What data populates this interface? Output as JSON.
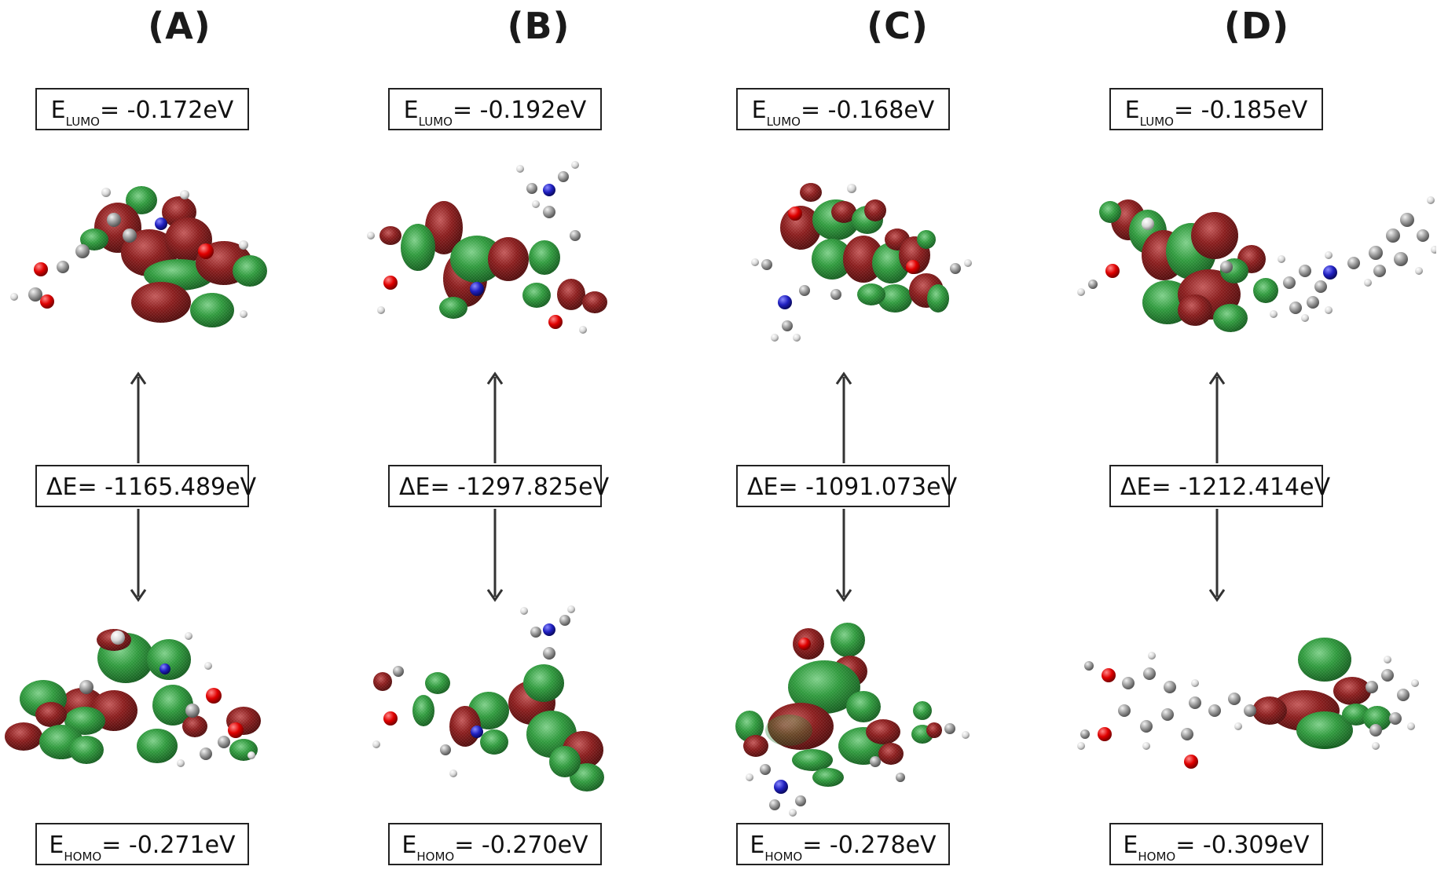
{
  "panels": [
    {
      "label": "(A)",
      "lumo_value": "= -0.172eV",
      "gap_text": "ΔE= -1165.489eV",
      "homo_value": "= -0.271eV"
    },
    {
      "label": "(B)",
      "lumo_value": "= -0.192eV",
      "gap_text": "ΔE= -1297.825eV",
      "homo_value": "= -0.270eV"
    },
    {
      "label": "(C)",
      "lumo_value": "= -0.168eV",
      "gap_text": "ΔE= -1091.073eV",
      "homo_value": "= -0.278eV"
    },
    {
      "label": "(D)",
      "lumo_value": "= -0.185eV",
      "gap_text": "ΔE= -1212.414eV",
      "homo_value": "= -0.309eV"
    }
  ],
  "symbols": {
    "energy": "E",
    "lumo_sub": "LUMO",
    "homo_sub": "HOMO"
  },
  "colors": {
    "orbital_positive": "#1f7a2e",
    "orbital_negative": "#7a1414",
    "carbon": "#8c8c8c",
    "hydrogen": "#e6e6e6",
    "oxygen": "#e00000",
    "nitrogen": "#1a1aa8",
    "arrow": "#333333"
  }
}
